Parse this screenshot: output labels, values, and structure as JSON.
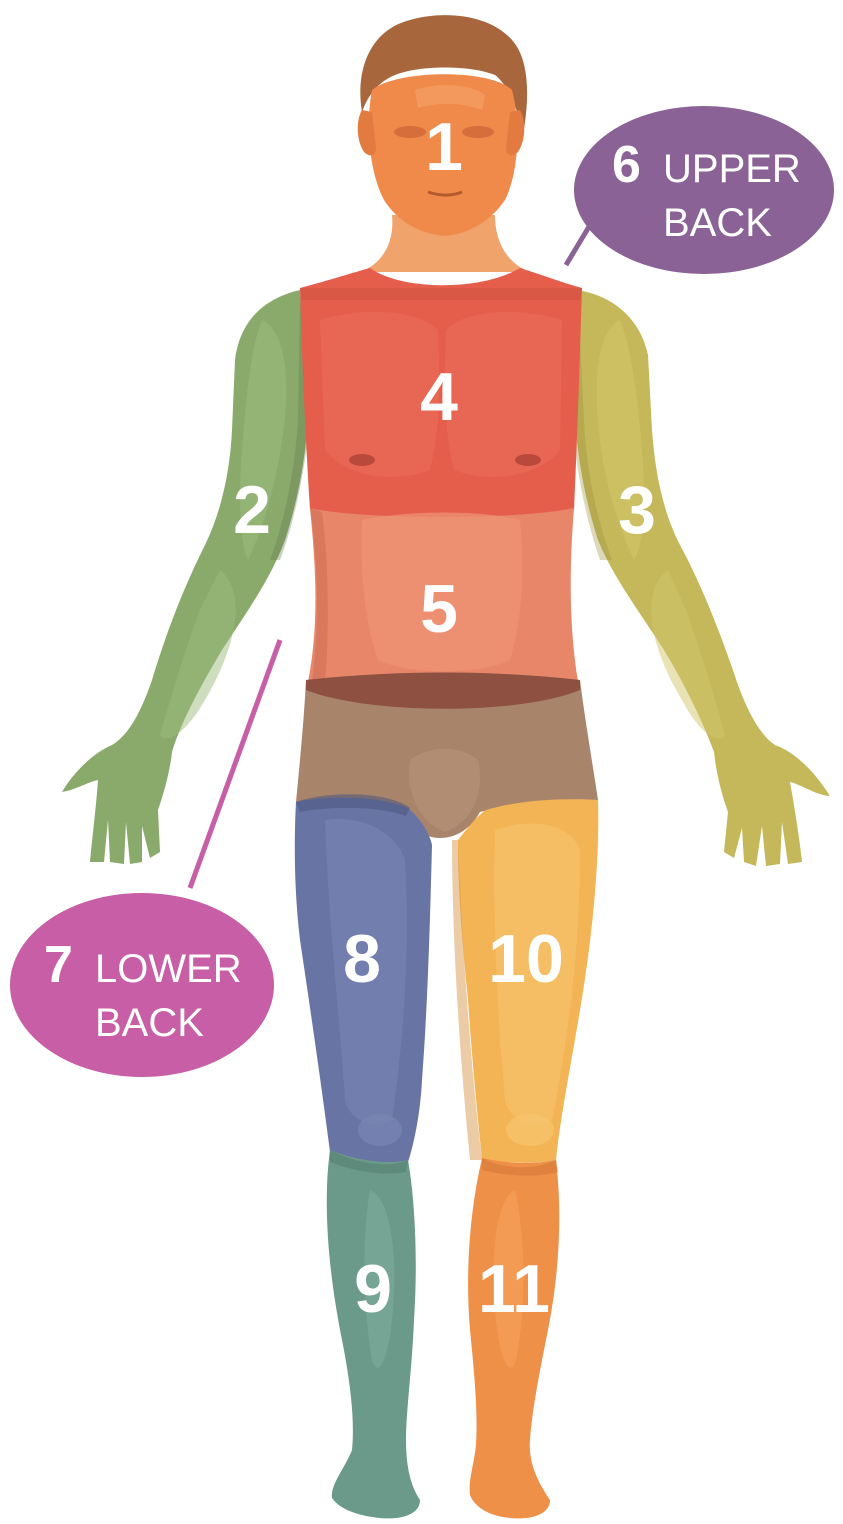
{
  "regions": [
    {
      "number": "1",
      "color": "#f08a4b"
    },
    {
      "number": "2",
      "color": "#8aaa6c"
    },
    {
      "number": "3",
      "color": "#c5b85a"
    },
    {
      "number": "4",
      "color": "#e55e4c"
    },
    {
      "number": "5",
      "color": "#e8866a"
    },
    {
      "number": "8",
      "color": "#6774a4"
    },
    {
      "number": "9",
      "color": "#6b9a8a"
    },
    {
      "number": "10",
      "color": "#f3b455"
    },
    {
      "number": "11",
      "color": "#ef9048"
    }
  ],
  "callouts": {
    "upper_back": {
      "number": "6",
      "line1": "UPPER",
      "line2": "BACK",
      "color": "#8a6296"
    },
    "lower_back": {
      "number": "7",
      "line1": "LOWER",
      "line2": "BACK",
      "color": "#c75ea6"
    }
  },
  "colors": {
    "hair": "#a8663c",
    "skin": "#f0a36b",
    "briefs": "#a8846a",
    "outline": "#000000"
  }
}
